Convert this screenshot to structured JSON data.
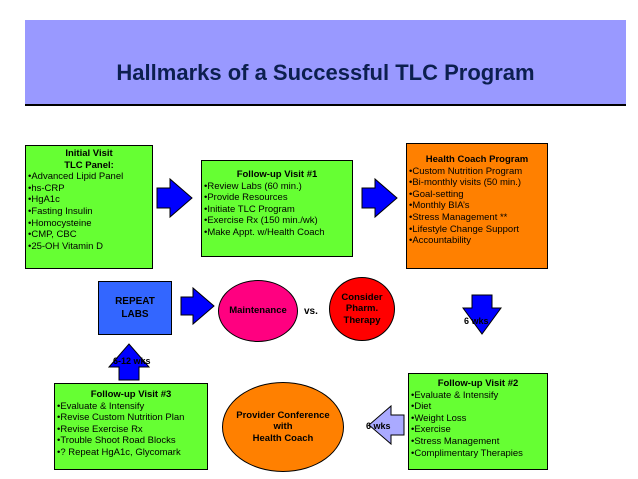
{
  "title": "Hallmarks of a Successful TLC Program",
  "initial_visit": {
    "heading_1": "Initial Visit",
    "heading_2": "TLC Panel:",
    "items": [
      "Advanced Lipid Panel",
      "hs-CRP",
      "HgA1c",
      "Fasting Insulin",
      "Homocysteine",
      "CMP, CBC",
      "25-OH Vitamin D"
    ]
  },
  "followup_1": {
    "heading": "Follow-up Visit #1",
    "items": [
      "Review Labs (60 min.)",
      "Provide Resources",
      "Initiate TLC Program",
      "Exercise Rx (150 min./wk)",
      "Make Appt. w/Health Coach"
    ]
  },
  "health_coach": {
    "heading": "Health Coach Program",
    "items": [
      "Custom Nutrition Program",
      "Bi-monthly visits (50 min.)",
      "Goal-setting",
      "Monthly BIA’s",
      "Stress Management **",
      "Lifestyle Change Support",
      "Accountability"
    ]
  },
  "repeat_labs": {
    "line_1": "REPEAT",
    "line_2": "LABS"
  },
  "maintenance": {
    "label": "Maintenance"
  },
  "vs_label": "vs.",
  "consider_pharm": {
    "line_1": "Consider",
    "line_2": "Pharm.",
    "line_3": "Therapy"
  },
  "arrow_labels": {
    "down_right": "6 wks",
    "up_left": "6-12 wks",
    "left_bottom": "6 wks"
  },
  "followup_2": {
    "heading": "Follow-up Visit #2",
    "items": [
      "Evaluate & Intensify",
      "Diet",
      "Weight Loss",
      "Exercise",
      "Stress Management",
      "Complimentary Therapies"
    ]
  },
  "provider_conference": {
    "line_1": "Provider Conference",
    "line_2": "with",
    "line_3": "Health Coach"
  },
  "followup_3": {
    "heading": "Follow-up Visit #3",
    "items": [
      "Evaluate & Intensify",
      "Revise Custom Nutrition Plan",
      "Revise Exercise Rx",
      "Trouble Shoot Road Blocks",
      "? Repeat HgA1c, Glycomark"
    ]
  },
  "colors": {
    "banner": "#9999ff",
    "title": "#0c1f4f",
    "green_box": "#66ff33",
    "orange_box": "#ff8000",
    "blue_box": "#3366ff",
    "maintenance": "#ff0080",
    "consider": "#ff0000",
    "provider": "#ff8000",
    "arrow_fill": "#0000ff",
    "arrow_light": "#aaaaff"
  }
}
